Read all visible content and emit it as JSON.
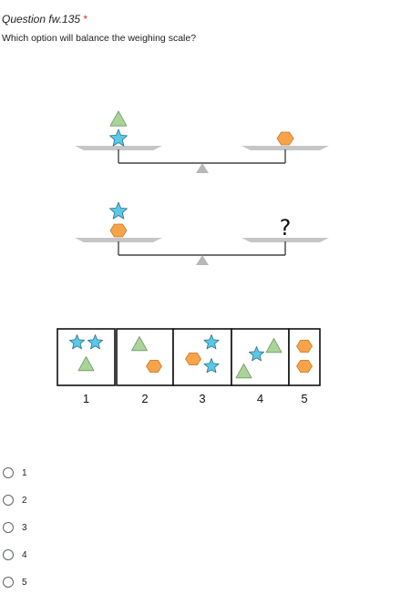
{
  "question": {
    "title": "Question fw.135",
    "required_mark": "*",
    "text": "Which option will balance the weighing scale?"
  },
  "scales": [
    {
      "left": [
        "triangle",
        "star"
      ],
      "right": [
        "hexagon"
      ]
    },
    {
      "left": [
        "star",
        "hexagon"
      ],
      "right": [
        "?"
      ]
    }
  ],
  "answer_boxes": [
    {
      "label": "1",
      "shapes": [
        "star",
        "star",
        "triangle"
      ]
    },
    {
      "label": "2",
      "shapes": [
        "triangle",
        "hexagon"
      ]
    },
    {
      "label": "3",
      "shapes": [
        "hexagon",
        "star",
        "star"
      ]
    },
    {
      "label": "4",
      "shapes": [
        "triangle",
        "star",
        "triangle"
      ]
    },
    {
      "label": "5",
      "shapes": [
        "hexagon",
        "hexagon"
      ]
    }
  ],
  "options": [
    "1",
    "2",
    "3",
    "4",
    "5"
  ],
  "colors": {
    "star": "#5ac8e8",
    "triangle": "#a9d39a",
    "hexagon": "#f6a34a",
    "scale": "#c6c6c6",
    "required": "#d93025"
  }
}
